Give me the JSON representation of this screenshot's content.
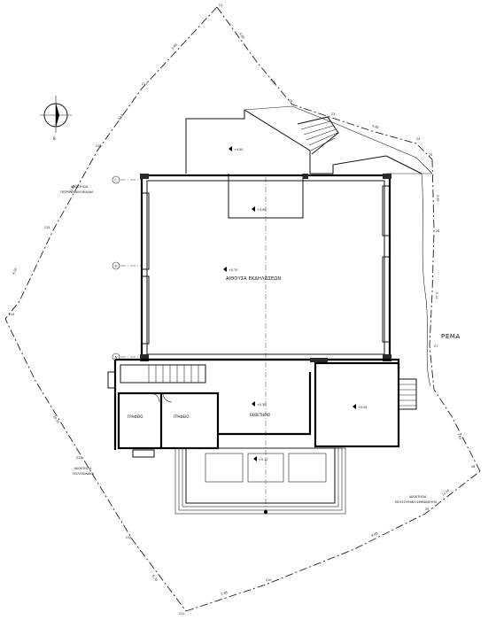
{
  "rooms": {
    "hall": "ΑΙΘΟΥΣΑ ΕΚΔΗΛΩΣΕΩΝ",
    "office_left": "ΓΡΑΦΕΙΟ",
    "office_right": "ΓΡΑΦΕΙΟ",
    "lobby": "ΕΚΘΕΤΗΡΙΟ"
  },
  "labels": {
    "stream": "ΡΕΜΑ",
    "neighbor_west_top_1": "ΙΔΙΟΚΤΗΣΙΑ",
    "neighbor_west_top_2": "ΠΕΤΡΟΥΛΑΚΗ ΜΙΧΑΗΛ",
    "neighbor_west_bottom_1": "ΙΔΙΟΚΤΗΣΙΑ",
    "neighbor_west_bottom_2": "ΠΟΛΥΖΩΝΑΚΗ",
    "neighbor_east_1": "ΙΔΙΟΚΤΗΣΙΑ",
    "neighbor_east_2": "ΜΟΥΣΟΥΡΑΚΗ ΕΜΜΑΝΟΥΗΛ"
  },
  "grid_axes": [
    "C",
    "B",
    "A"
  ],
  "compass_label": "B",
  "elevations": {
    "terrace_top": "+4.50",
    "entry_step": "+3.00",
    "hall": "+0.70",
    "lobby": "+0.30",
    "annex": "+0.55",
    "front_steps": "+0.15"
  },
  "survey_points": [
    "Σ1",
    "Σ2",
    "Σ3",
    "Σ4",
    "Σ5",
    "Σ6",
    "Σ7",
    "Σ8",
    "Σ9",
    "Σ10",
    "Σ11",
    "Σ12",
    "Σ13",
    "Σ14",
    "Σ15",
    "Σ16",
    "Σ17"
  ],
  "segment_dims": [
    "4.86",
    "6.25",
    "9.80",
    "3.45",
    "5.10",
    "7.62",
    "11.20",
    "8.40",
    "2.95",
    "6.70",
    "10.35",
    "4.20",
    "12.45",
    "9.15",
    "5.60"
  ]
}
